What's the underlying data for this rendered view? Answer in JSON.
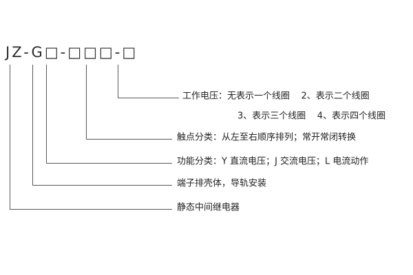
{
  "model_code": {
    "text": "JZ-G□-□□□-□"
  },
  "labels": {
    "working_voltage_line1": "工作电压：无表示一个线圈    2、表示二个线圈",
    "working_voltage_line2": "3、表示三个线圈    4、表示四个线圈",
    "contact_class": "触点分类：从左至右顺序排列；常开常闭转换",
    "function_class": "功能分类：Y 直流电压；J 交流电压；L 电流动作",
    "housing": "端子排壳体，导轨安装",
    "relay_type": "静态中间继电器"
  },
  "colors": {
    "background": "#ffffff",
    "line": "#555555",
    "text": "#222222"
  }
}
